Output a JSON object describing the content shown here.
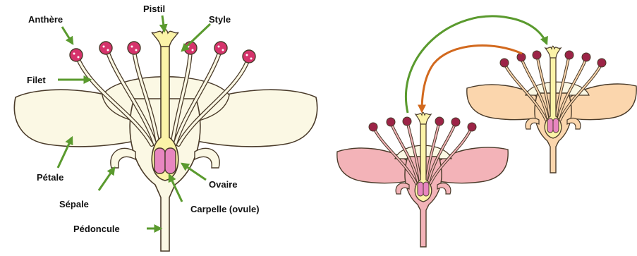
{
  "labels": {
    "anthere": "Anthère",
    "pistil": "Pistil",
    "style": "Style",
    "filet": "Filet",
    "petale": "Pétale",
    "ovaire": "Ovaire",
    "sepale": "Sépale",
    "carpelle": "Carpelle (ovule)",
    "pedoncule": "Pédoncule"
  },
  "colors": {
    "arrow_green": "#5a9a2e",
    "arrow_orange": "#d2691e",
    "flower_main": "#fbf8e4",
    "pistil_yellow": "#fbf3a8",
    "ovule_pink": "#e886c0",
    "anther_red": "#d6336c",
    "flower_pink": "#f3b3b8",
    "flower_peach": "#fbd6ad",
    "outline": "#4a3b2a"
  }
}
